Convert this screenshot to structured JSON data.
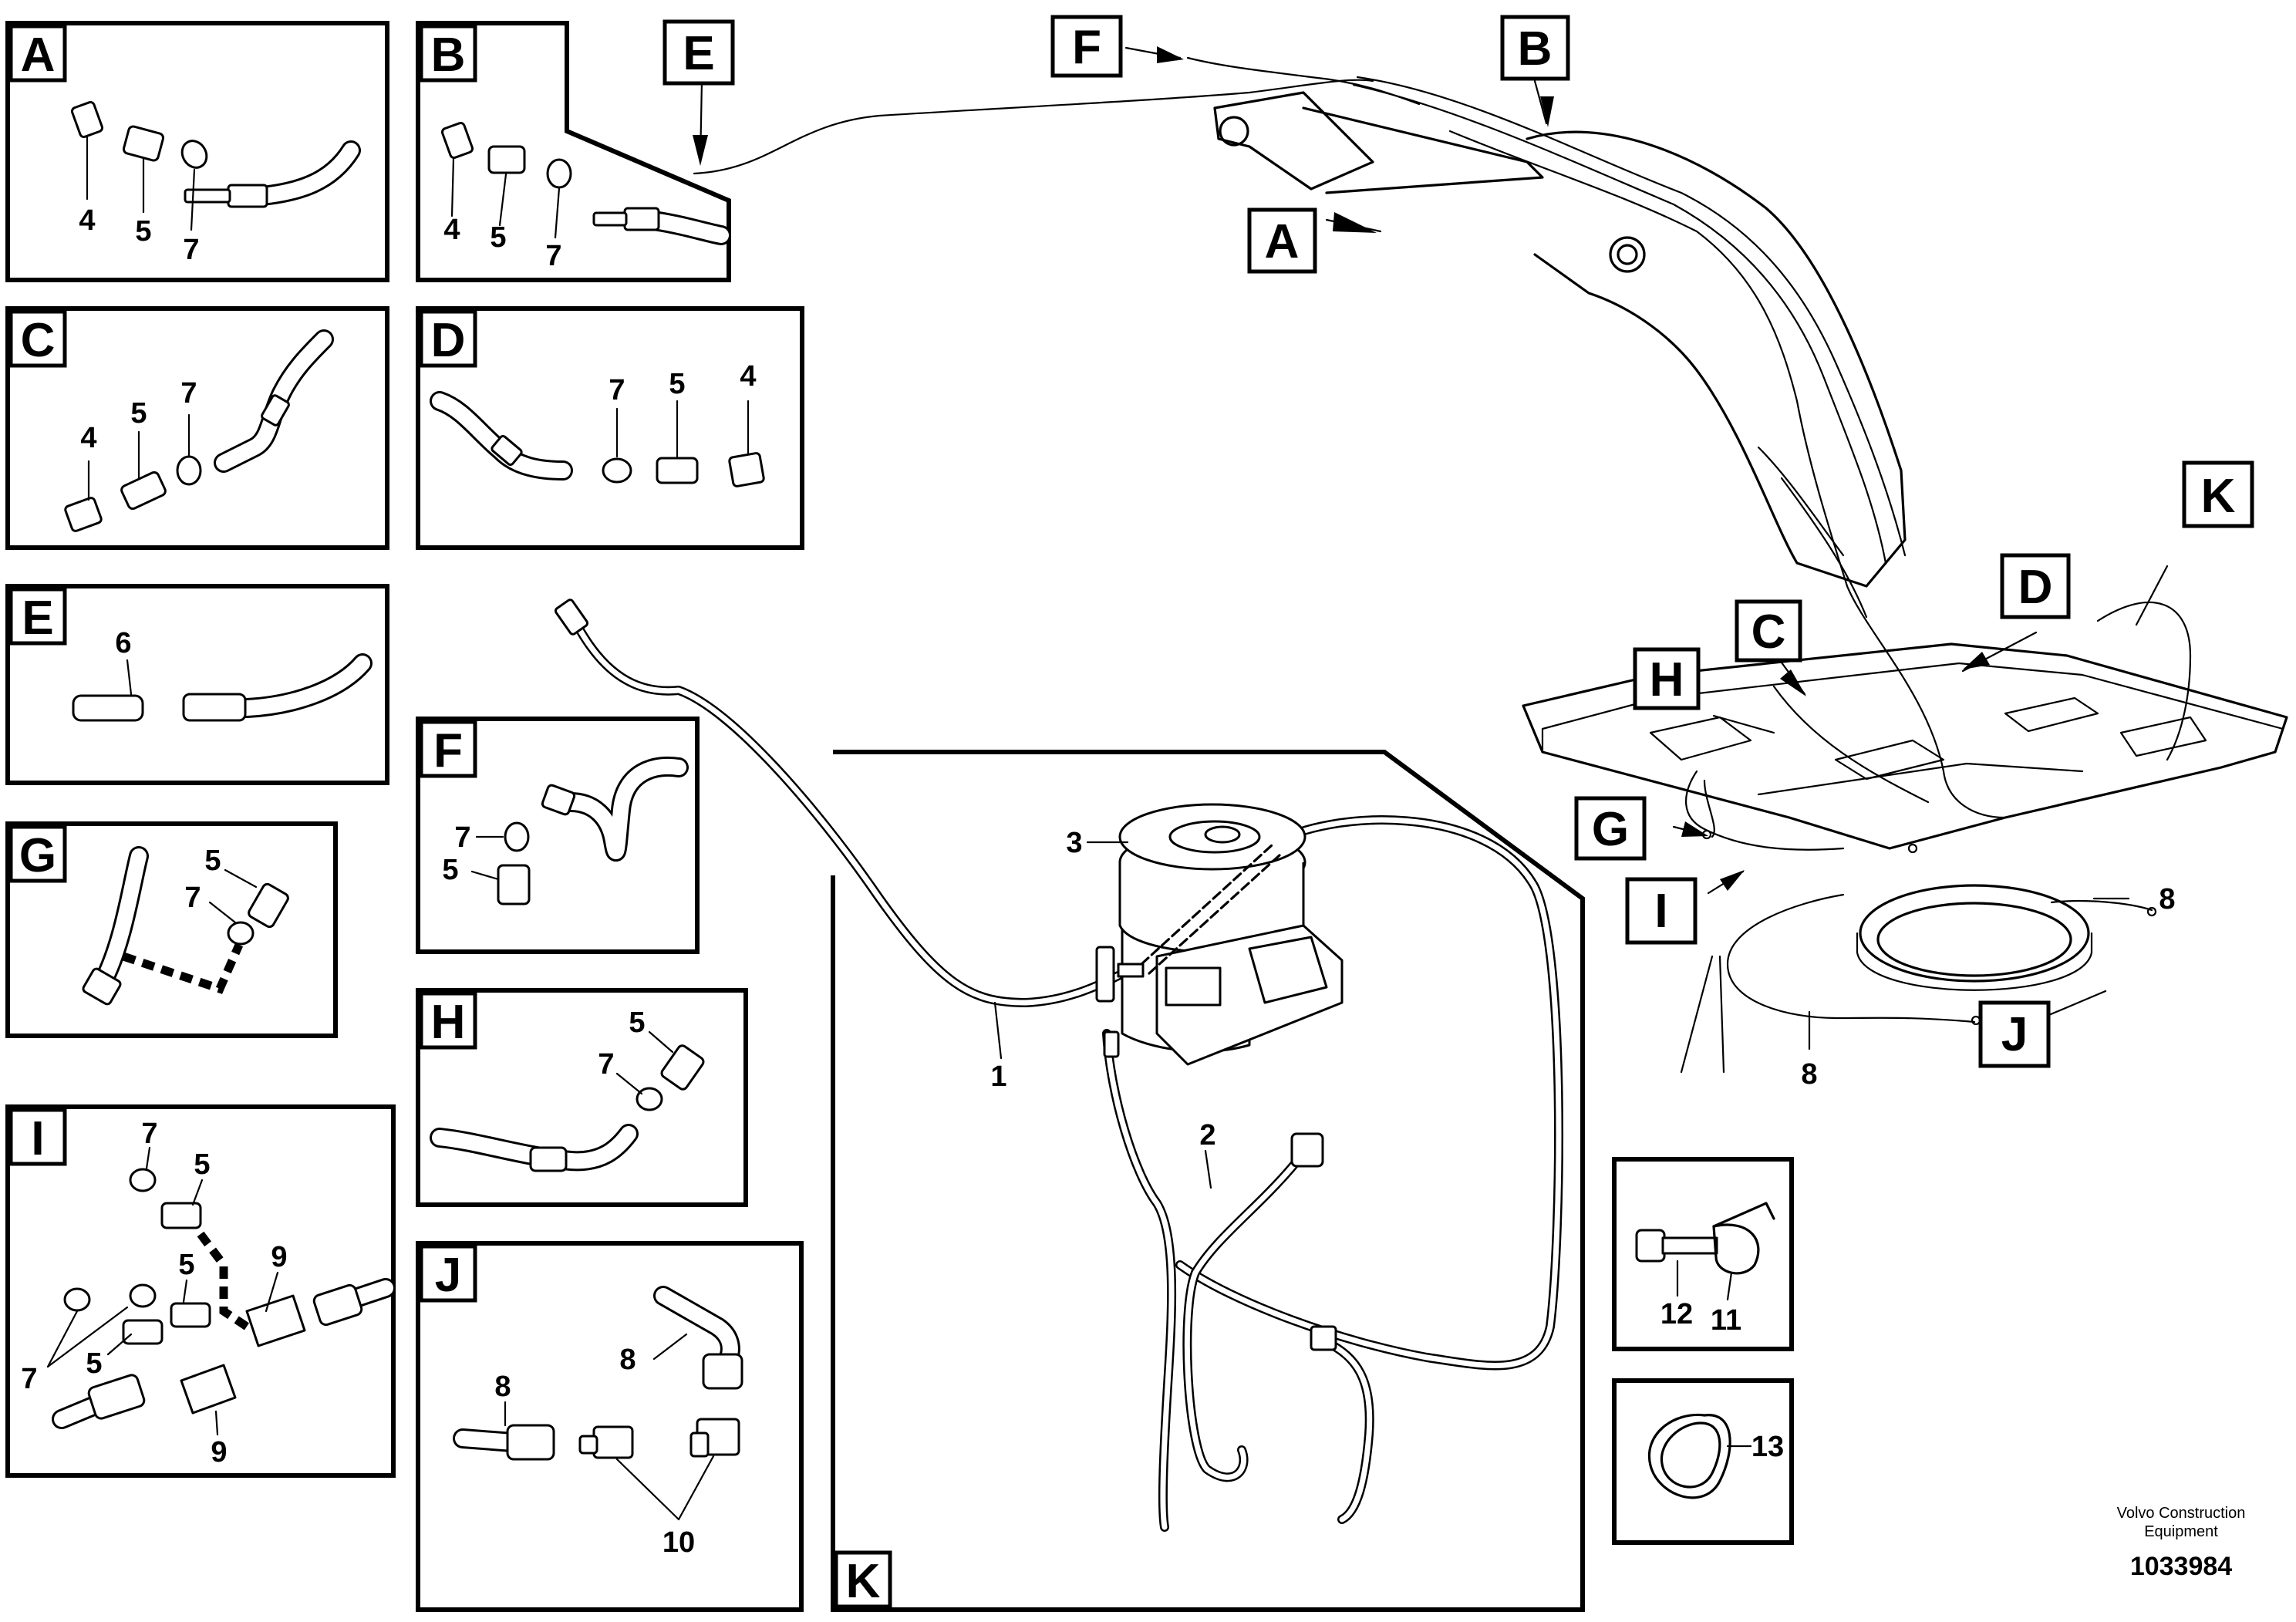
{
  "panel_letters": {
    "A": "A",
    "B": "B",
    "C": "C",
    "D": "D",
    "E": "E",
    "F": "F",
    "G": "G",
    "H": "H",
    "I": "I",
    "J": "J",
    "K": "K"
  },
  "part_numbers": {
    "n1": "1",
    "n2": "2",
    "n3": "3",
    "n4": "4",
    "n5": "5",
    "n6": "6",
    "n7": "7",
    "n8": "8",
    "n9": "9",
    "n10": "10",
    "n11": "11",
    "n12": "12",
    "n13": "13"
  },
  "footer": {
    "company_line1": "Volvo Construction",
    "company_line2": "Equipment",
    "drawing_number": "1033984"
  }
}
